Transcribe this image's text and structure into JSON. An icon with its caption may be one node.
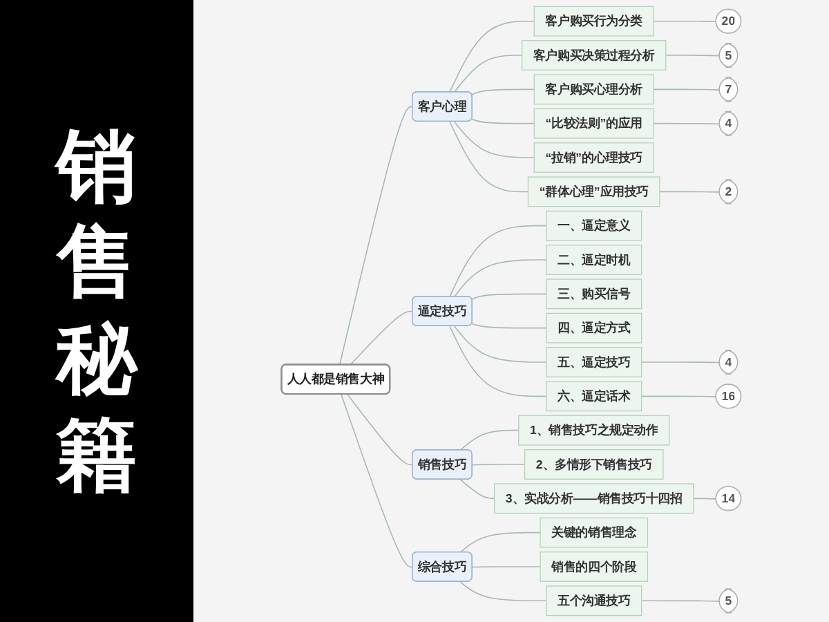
{
  "diagram": {
    "title": "销售秘籍",
    "nodes": [
      {
        "text": [
          "人人都是销售大神"
        ]
      },
      {
        "text": [
          "客户心理"
        ]
      },
      {
        "text": [
          "客户购买行为分类"
        ]
      },
      {
        "text": [
          "20"
        ]
      },
      {
        "text": [
          "客户购买决策过程分析"
        ]
      },
      {
        "text": [
          "5"
        ]
      },
      {
        "text": [
          "客户购买心理分析"
        ]
      },
      {
        "text": [
          "7"
        ]
      },
      {
        "text": [
          "“比较法则”的应用"
        ]
      },
      {
        "text": [
          "4"
        ]
      },
      {
        "text": [
          "“拉销”的心理技巧"
        ]
      },
      {
        "text": [
          "“群体心理”应用技巧"
        ]
      },
      {
        "text": [
          "2"
        ]
      },
      {
        "text": [
          "逼定技巧"
        ]
      },
      {
        "text": [
          "一、逼定意义"
        ]
      },
      {
        "text": [
          "二、逼定时机"
        ]
      },
      {
        "text": [
          "三、购买信号"
        ]
      },
      {
        "text": [
          "四、逼定方式"
        ]
      },
      {
        "text": [
          "五、逼定技巧"
        ]
      },
      {
        "text": [
          "4"
        ]
      },
      {
        "text": [
          "六、逼定话术"
        ]
      },
      {
        "text": [
          "16"
        ]
      },
      {
        "text": [
          "销售技巧"
        ]
      },
      {
        "text": [
          "1、销售技巧之规定动作"
        ]
      },
      {
        "text": [
          "2、多情形下销售技巧"
        ]
      },
      {
        "text": [
          "3、实战分析——销售技巧十四招"
        ]
      },
      {
        "text": [
          "14"
        ]
      },
      {
        "text": [
          "综合技巧"
        ]
      },
      {
        "text": [
          "关键的销售理念"
        ]
      },
      {
        "text": [
          "销售的四个阶段"
        ]
      },
      {
        "text": [
          "五个沟通技巧"
        ]
      },
      {
        "text": [
          "5"
        ]
      }
    ],
    "edges": [
      {
        "from": 0,
        "to": 1,
        "arrow": "none"
      },
      {
        "from": 1,
        "to": 2,
        "arrow": "none"
      },
      {
        "from": 2,
        "to": 3,
        "arrow": "none"
      },
      {
        "from": 1,
        "to": 4,
        "arrow": "none"
      },
      {
        "from": 4,
        "to": 5,
        "arrow": "none"
      },
      {
        "from": 1,
        "to": 6,
        "arrow": "none"
      },
      {
        "from": 6,
        "to": 7,
        "arrow": "none"
      },
      {
        "from": 1,
        "to": 8,
        "arrow": "none"
      },
      {
        "from": 8,
        "to": 9,
        "arrow": "none"
      },
      {
        "from": 1,
        "to": 10,
        "arrow": "none"
      },
      {
        "from": 1,
        "to": 11,
        "arrow": "none"
      },
      {
        "from": 11,
        "to": 12,
        "arrow": "none"
      },
      {
        "from": 0,
        "to": 13,
        "arrow": "none"
      },
      {
        "from": 13,
        "to": 14,
        "arrow": "none"
      },
      {
        "from": 13,
        "to": 15,
        "arrow": "none"
      },
      {
        "from": 13,
        "to": 16,
        "arrow": "none"
      },
      {
        "from": 13,
        "to": 17,
        "arrow": "none"
      },
      {
        "from": 13,
        "to": 18,
        "arrow": "none"
      },
      {
        "from": 18,
        "to": 19,
        "arrow": "none"
      },
      {
        "from": 13,
        "to": 20,
        "arrow": "none"
      },
      {
        "from": 20,
        "to": 21,
        "arrow": "none"
      },
      {
        "from": 0,
        "to": 22,
        "arrow": "none"
      },
      {
        "from": 22,
        "to": 23,
        "arrow": "none"
      },
      {
        "from": 22,
        "to": 24,
        "arrow": "none"
      },
      {
        "from": 22,
        "to": 25,
        "arrow": "none"
      },
      {
        "from": 25,
        "to": 26,
        "arrow": "none"
      },
      {
        "from": 0,
        "to": 27,
        "arrow": "none"
      },
      {
        "from": 27,
        "to": 28,
        "arrow": "none"
      },
      {
        "from": 27,
        "to": 29,
        "arrow": "none"
      },
      {
        "from": 27,
        "to": 30,
        "arrow": "none"
      },
      {
        "from": 30,
        "to": 31,
        "arrow": "none"
      }
    ]
  }
}
